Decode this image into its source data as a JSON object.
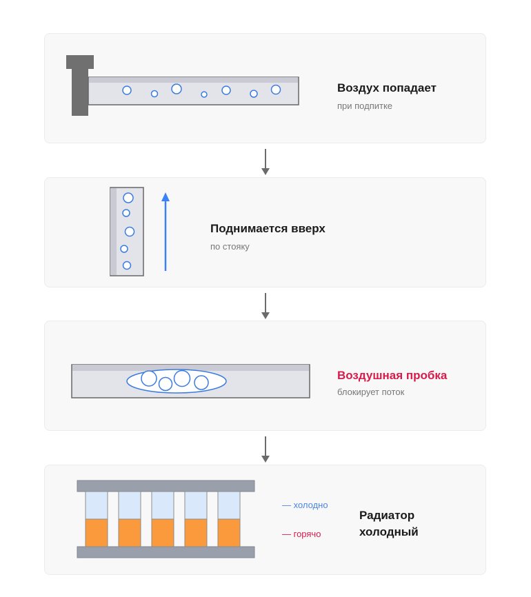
{
  "colors": {
    "pipe_fill": "#e3e4ea",
    "pipe_stroke": "#666666",
    "pipe_top": "#c9cad3",
    "tee": "#707070",
    "bubble": "#3b7be0",
    "arrow_up": "#3b82f6",
    "flow_arrow": "#6b6b6b",
    "radiator_bar": "#9aa0ab",
    "cold": "#dae8fc",
    "hot": "#fb9a3c",
    "title_red": "#d81b4a",
    "legend_cold": "#4a86e8",
    "legend_hot": "#d81b4a"
  },
  "steps": [
    {
      "title": "Воздух попадает",
      "subtitle": "при подпитке",
      "icon": "pipe-with-bubbles"
    },
    {
      "title": "Поднимается вверх",
      "subtitle": "по стояку",
      "icon": "riser-with-bubbles"
    },
    {
      "title": "Воздушная пробка",
      "subtitle": "блокирует поток",
      "icon": "air-lock"
    },
    {
      "title": "Радиатор холодный",
      "title_lines": [
        "Радиатор",
        "холодный"
      ],
      "icon": "radiator"
    }
  ],
  "legend": {
    "cold": "— холодно",
    "hot": "— горячо"
  }
}
